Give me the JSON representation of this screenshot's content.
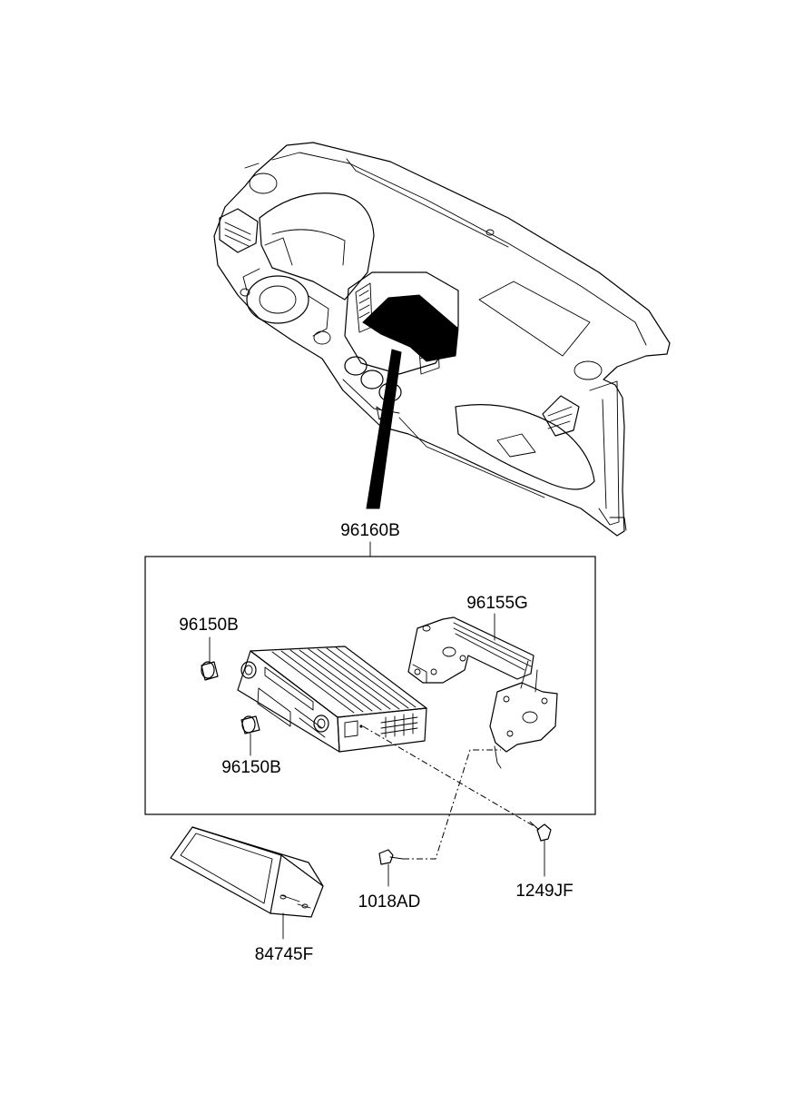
{
  "callouts": {
    "assembly": "96160B",
    "bracket": "96155G",
    "knob_upper": "96150B",
    "knob_lower": "96150B",
    "screw_left": "1018AD",
    "screw_right": "1249JF",
    "pocket": "84745F"
  }
}
